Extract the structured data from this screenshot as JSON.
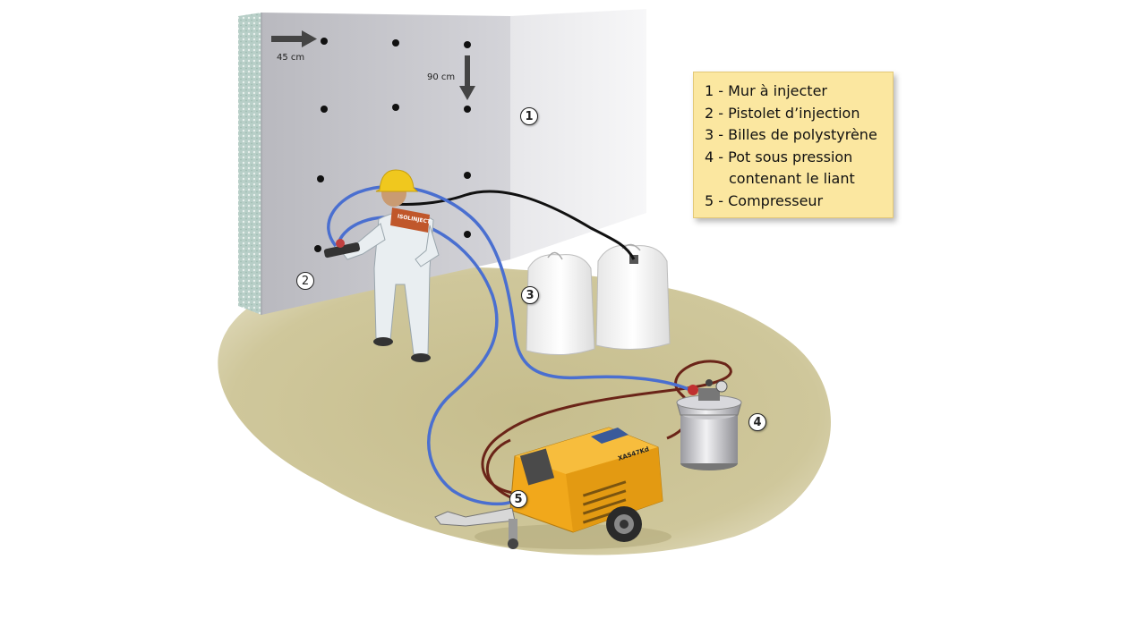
{
  "legend": {
    "items": [
      "1 - Mur à injecter",
      "2 - Pistolet d’injection",
      "3 - Billes de polystyrène",
      "4 - Pot sous pression",
      "contenant le liant",
      "5 - Compresseur"
    ]
  },
  "measures": {
    "horizontal": "45 cm",
    "vertical": "90 cm"
  },
  "markers": [
    "1",
    "2",
    "3",
    "4",
    "5"
  ],
  "badge_text": "ISOLINJECT",
  "compressor_text": "XAS47Kd",
  "colors": {
    "floor": "#cbc294",
    "wall": "#c9c9cf",
    "legend_bg": "#fbe7a0",
    "compressor": "#f1a81b",
    "hose_blue": "#4a6fd0",
    "hose_red": "#6a2418"
  }
}
